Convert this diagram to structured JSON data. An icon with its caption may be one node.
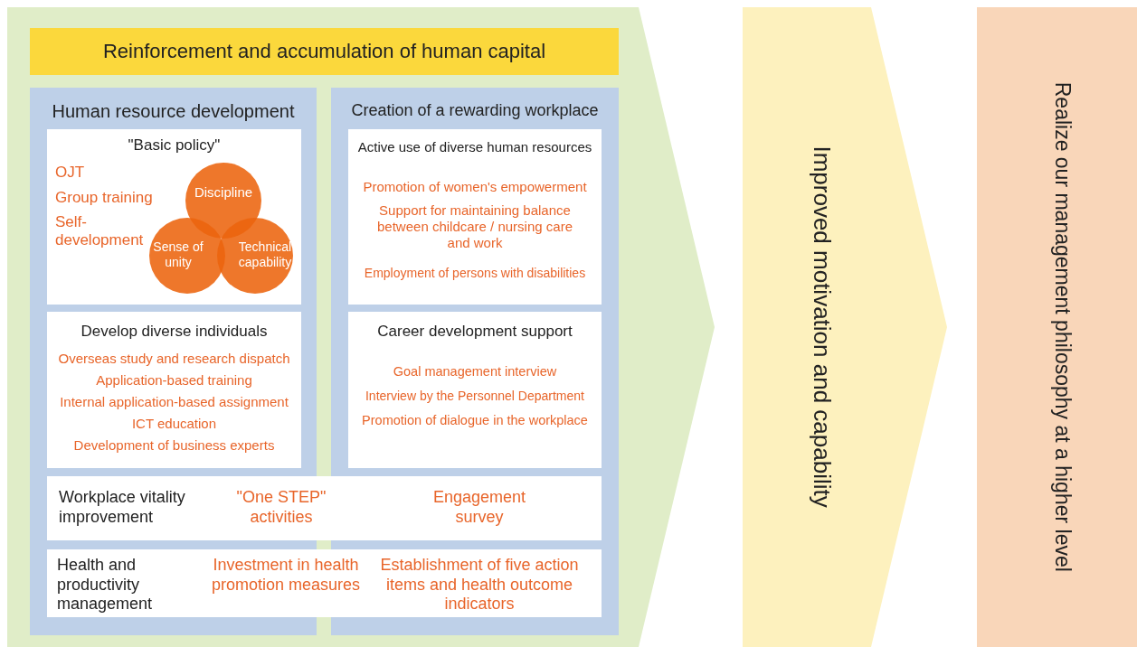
{
  "diagram": {
    "nodes": [
      {
        "text": [],
        "shape": "arrow"
      },
      {
        "text": [
          "Reinforcement and accumulation of human capital"
        ],
        "in": 0
      },
      {
        "text": [
          "Human resource development"
        ],
        "in": 0
      },
      {
        "text": [
          "\"Basic policy\"",
          "OJT",
          "Group training",
          "Self-development"
        ],
        "in": 2
      },
      {
        "text": [
          "Discipline"
        ],
        "in": 3
      },
      {
        "text": [
          "Sense of unity"
        ],
        "in": 3
      },
      {
        "text": [
          "Technical capability"
        ],
        "in": 3
      },
      {
        "text": [
          "Develop diverse individuals",
          "Overseas study and research dispatch",
          "Application-based training",
          "Internal application-based assignment",
          "ICT education",
          "Development of business experts"
        ],
        "in": 2
      },
      {
        "text": [
          "Creation of a rewarding workplace"
        ],
        "in": 0
      },
      {
        "text": [
          "Active use of diverse human resources",
          "Promotion of women's empowerment",
          "Support for maintaining balance between childcare / nursing care and work",
          "Employment of persons with disabilities"
        ],
        "in": 8
      },
      {
        "text": [
          "Career development support",
          "Goal management interview",
          "Interview by the Personnel Department",
          "Promotion of dialogue in the workplace"
        ],
        "in": 8
      },
      {
        "text": [
          "Workplace vitality improvement",
          "\"One STEP\" activities",
          "Engagement survey"
        ],
        "in": 0
      },
      {
        "text": [
          "Health and productivity management",
          "Investment in health promotion measures",
          "Establishment of five action items and health outcome indicators"
        ],
        "in": 0
      },
      {
        "text": [
          "Improved motivation and capability"
        ]
      },
      {
        "text": [
          "Realize our management philosophy at a higher level"
        ]
      }
    ]
  }
}
